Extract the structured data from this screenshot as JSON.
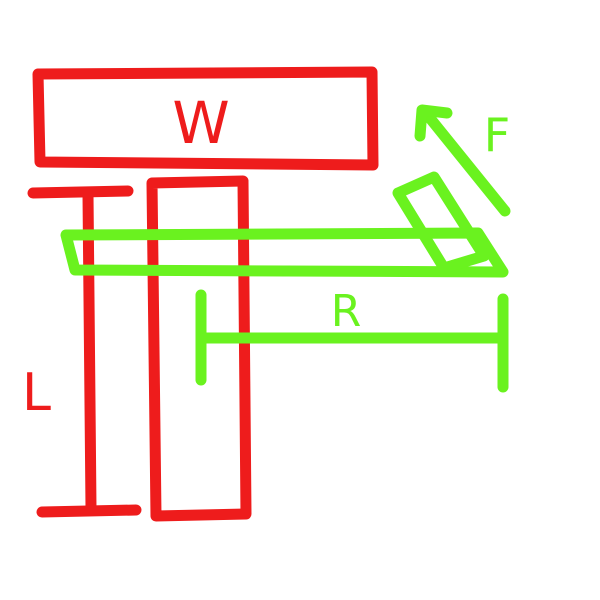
{
  "labels": {
    "weight": "W",
    "length": "L",
    "radius": "R",
    "force": "F"
  },
  "colors": {
    "red": "#ee1c1c",
    "green": "#6af21f",
    "background": "#ffffff"
  }
}
